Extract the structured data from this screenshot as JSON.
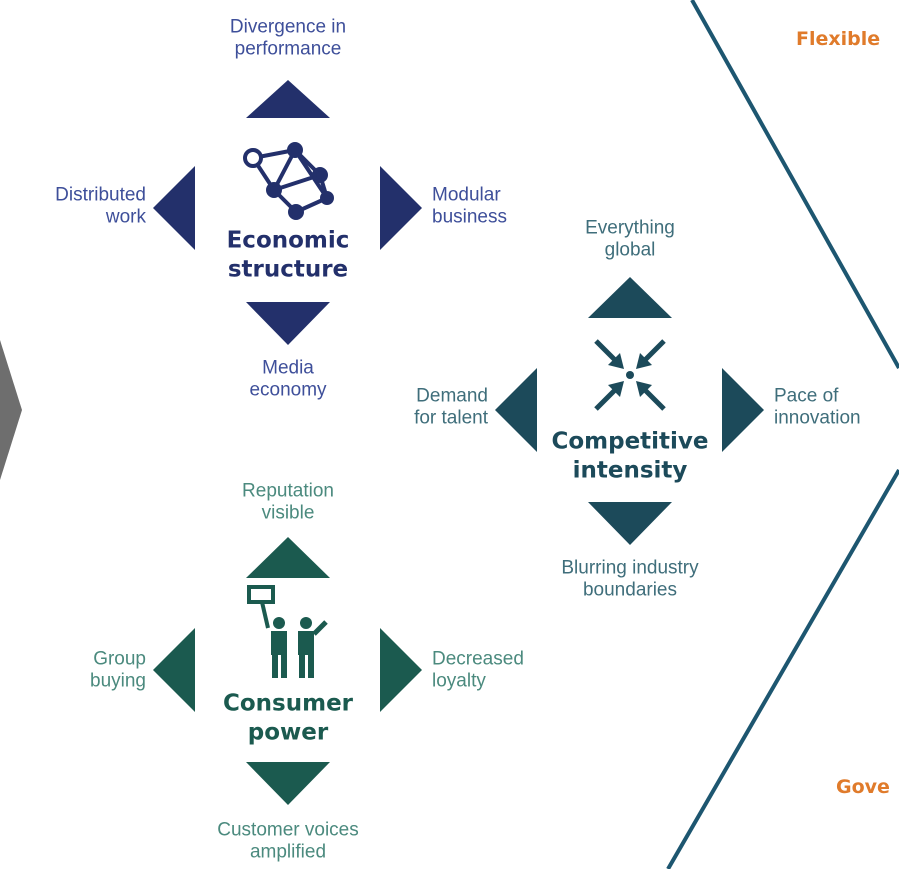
{
  "colors": {
    "economic": "#23306b",
    "economic_text": "#3e4f9a",
    "competitive": "#1c4a5a",
    "competitive_text": "#3f6e7b",
    "consumer": "#1b5a4f",
    "consumer_text": "#4b8a7e",
    "frame_line": "#1d5670",
    "accent_orange": "#e07b2b",
    "chevron_gray": "#6e6e6e"
  },
  "hubs": {
    "economic": {
      "title": "Economic\nstructure",
      "icon": "network-nodes-icon",
      "top": "Divergence in\nperformance",
      "left": "Distributed\nwork",
      "right": "Modular\nbusiness",
      "bottom": "Media\neconomy"
    },
    "competitive": {
      "title": "Competitive\nintensity",
      "icon": "converging-arrows-icon",
      "top": "Everything\nglobal",
      "left": "Demand\nfor talent",
      "right": "Pace of\ninnovation",
      "bottom": "Blurring industry\nboundaries"
    },
    "consumer": {
      "title": "Consumer\npower",
      "icon": "people-with-sign-icon",
      "top": "Reputation\nvisible",
      "left": "Group\nbuying",
      "right": "Decreased\nloyalty",
      "bottom": "Customer voices\namplified"
    }
  },
  "side_labels": {
    "top_right": "Flexible",
    "bottom_right": "Gove"
  }
}
